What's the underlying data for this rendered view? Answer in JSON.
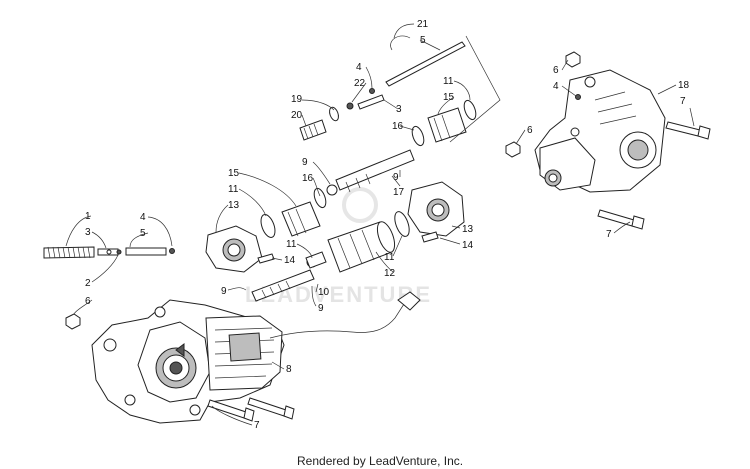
{
  "watermark": {
    "text": "LEADVENTURE"
  },
  "footer": {
    "text": "Rendered by LeadVenture, Inc."
  },
  "callouts": [
    {
      "id": "c1",
      "label": "1"
    },
    {
      "id": "c2",
      "label": "3"
    },
    {
      "id": "c3",
      "label": "2"
    },
    {
      "id": "c4",
      "label": "4"
    },
    {
      "id": "c5",
      "label": "5"
    },
    {
      "id": "c6",
      "label": "6"
    },
    {
      "id": "c7",
      "label": "9"
    },
    {
      "id": "c8",
      "label": "15"
    },
    {
      "id": "c9",
      "label": "11"
    },
    {
      "id": "c10",
      "label": "13"
    },
    {
      "id": "c11",
      "label": "14"
    },
    {
      "id": "c12",
      "label": "11"
    },
    {
      "id": "c13",
      "label": "9"
    },
    {
      "id": "c14",
      "label": "10"
    },
    {
      "id": "c15",
      "label": "9"
    },
    {
      "id": "c16",
      "label": "16"
    },
    {
      "id": "c17",
      "label": "17"
    },
    {
      "id": "c18",
      "label": "9"
    },
    {
      "id": "c19",
      "label": "11"
    },
    {
      "id": "c20",
      "label": "12"
    },
    {
      "id": "c21",
      "label": "13"
    },
    {
      "id": "c22",
      "label": "14"
    },
    {
      "id": "c23",
      "label": "8"
    },
    {
      "id": "c24",
      "label": "7"
    },
    {
      "id": "c25",
      "label": "19"
    },
    {
      "id": "c26",
      "label": "20"
    },
    {
      "id": "c27",
      "label": "4"
    },
    {
      "id": "c28",
      "label": "22"
    },
    {
      "id": "c29",
      "label": "3"
    },
    {
      "id": "c30",
      "label": "16"
    },
    {
      "id": "c31",
      "label": "21"
    },
    {
      "id": "c32",
      "label": "5"
    },
    {
      "id": "c33",
      "label": "11"
    },
    {
      "id": "c34",
      "label": "15"
    },
    {
      "id": "c35",
      "label": "6"
    },
    {
      "id": "c36",
      "label": "4"
    },
    {
      "id": "c37",
      "label": "18"
    },
    {
      "id": "c38",
      "label": "7"
    },
    {
      "id": "c39",
      "label": "6"
    },
    {
      "id": "c40",
      "label": "7"
    }
  ]
}
